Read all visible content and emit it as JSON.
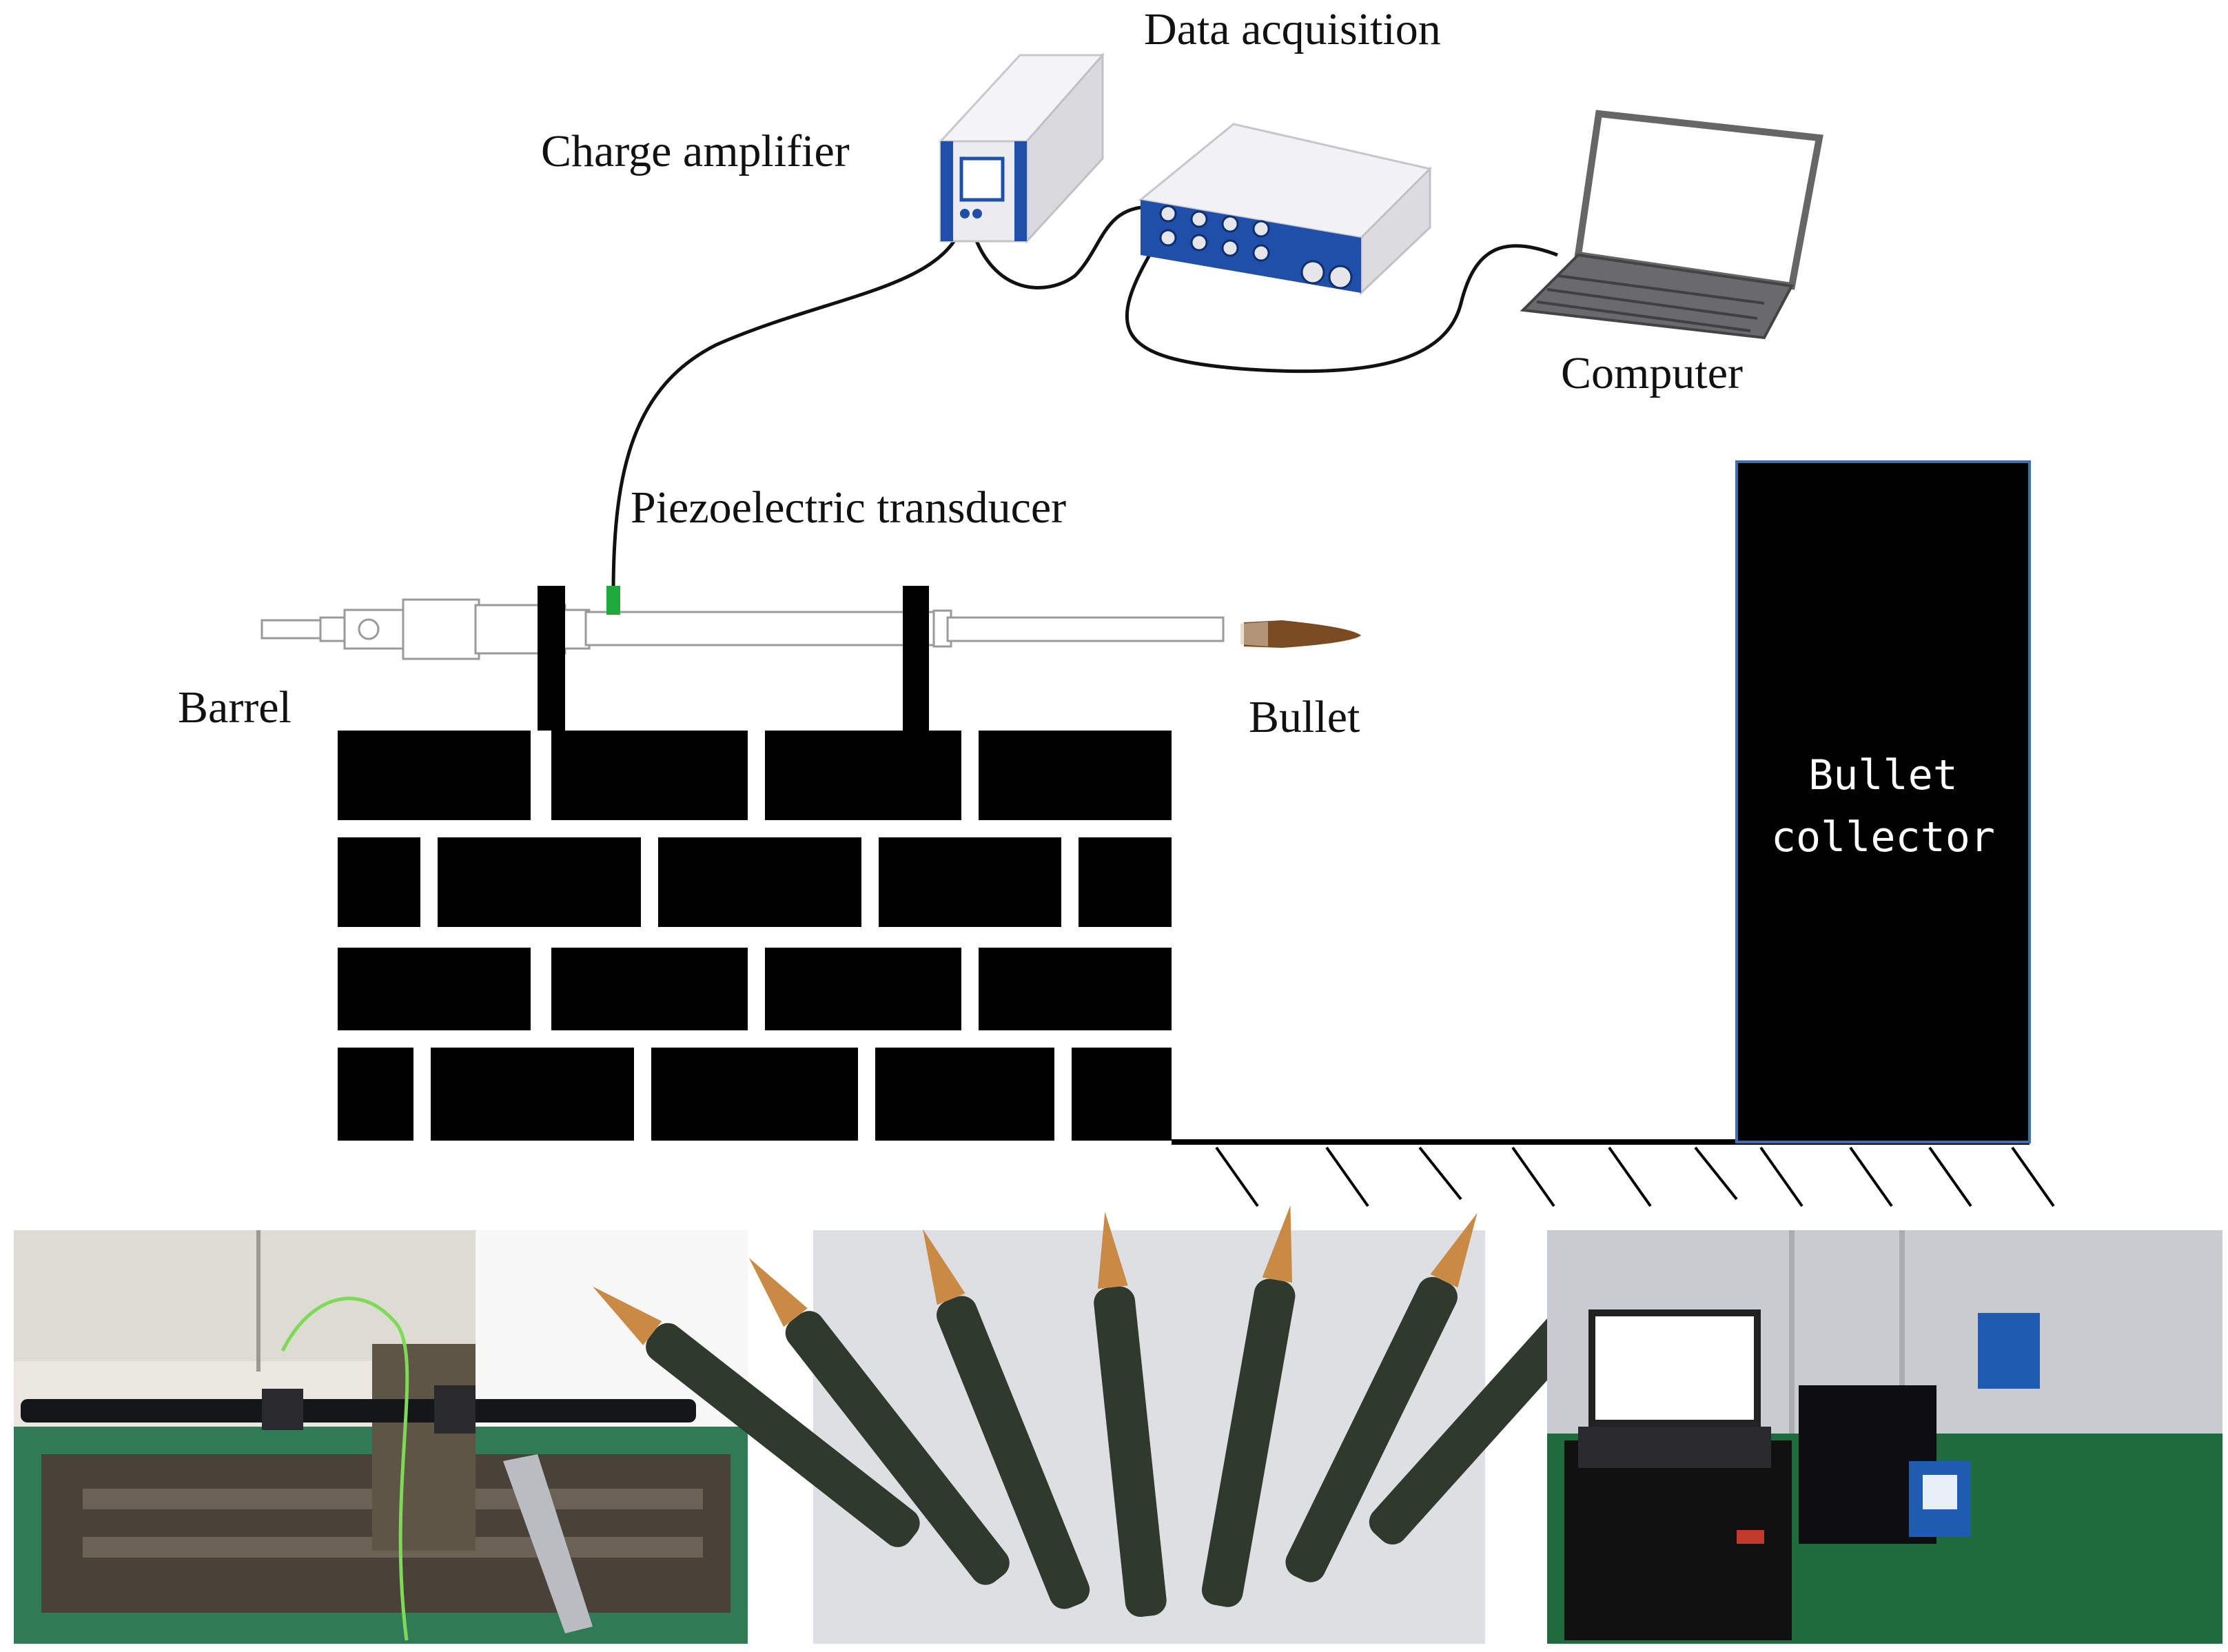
{
  "labels": {
    "data_acquisition": "Data acquisition",
    "charge_amplifier": "Charge amplifier",
    "computer": "Computer",
    "piezoelectric_transducer": "Piezoelectric transducer",
    "barrel": "Barrel",
    "bullet": "Bullet",
    "bullet_collector_line1": "Bullet",
    "bullet_collector_line2": "collector"
  },
  "colors": {
    "ink": "#000000",
    "transducer": "#1faa3c",
    "device_blue": "#1f4fa8",
    "device_body": "#e8e8ec",
    "collector_border": "#3b6fb0",
    "bullet_copper": "#7a4a22",
    "cartridge_green": "#2f3a2c",
    "bullet_tip_copper": "#c88a45",
    "floor_green": "#1f6b3d"
  },
  "photos": [
    {
      "name": "barrel-fixture-photo",
      "subject": "barrel mounted on test bench"
    },
    {
      "name": "cartridges-photo",
      "subject": "fan of cartridges"
    },
    {
      "name": "equipment-photo",
      "subject": "laptop and acquisition equipment on floor"
    }
  ]
}
